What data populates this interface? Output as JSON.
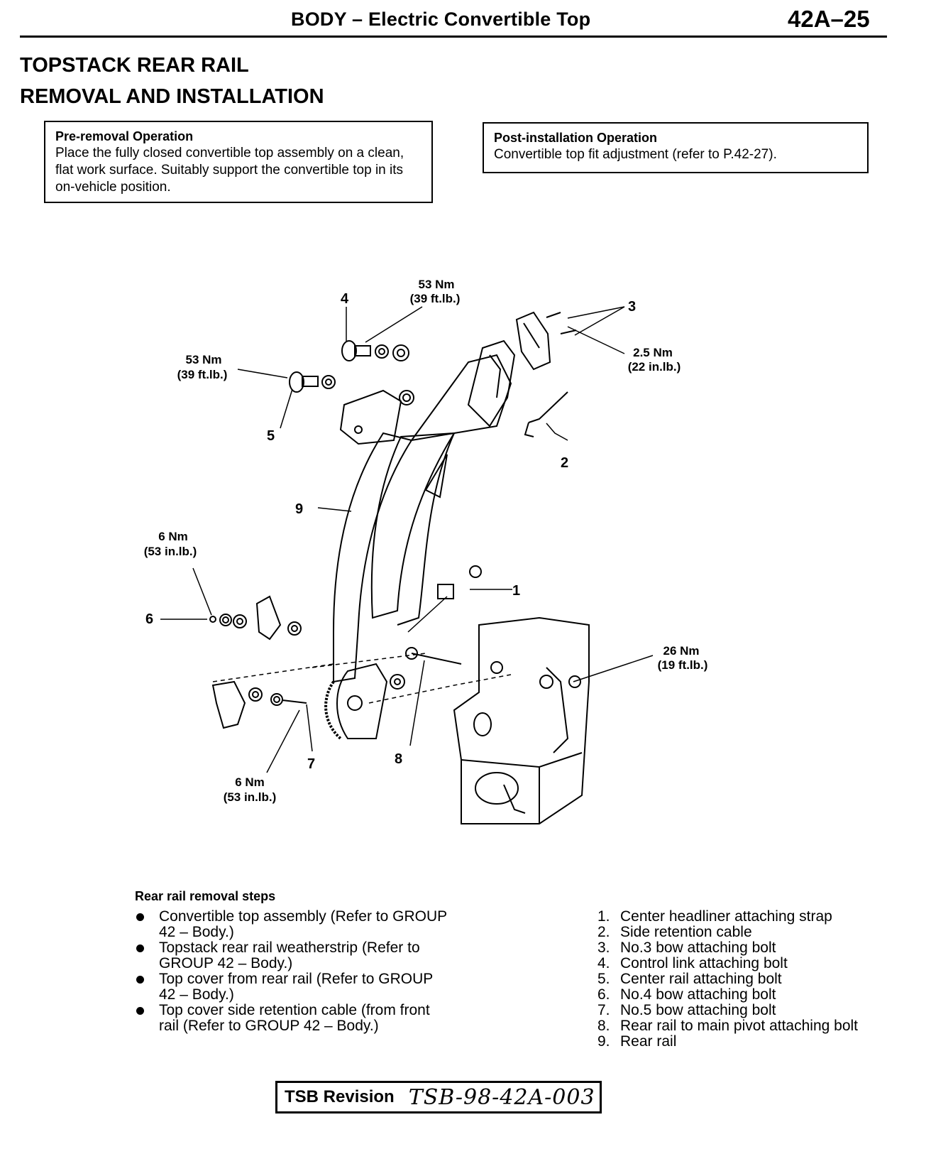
{
  "header": {
    "title": "BODY – Electric Convertible Top",
    "page_number": "42A–25"
  },
  "section": {
    "title_line1": "TOPSTACK REAR RAIL",
    "title_line2": "REMOVAL AND INSTALLATION"
  },
  "pre_removal": {
    "heading": "Pre-removal Operation",
    "text": "Place the fully closed convertible top assembly on a clean, flat work surface. Suitably support the convertible top in its on-vehicle position."
  },
  "post_installation": {
    "heading": "Post-installation Operation",
    "text": "Convertible top fit adjustment (refer to P.42-27)."
  },
  "diagram": {
    "callouts": [
      "1",
      "2",
      "3",
      "4",
      "5",
      "6",
      "7",
      "8",
      "9"
    ],
    "torques": {
      "t4_nm": "53 Nm",
      "t4_ft": "(39 ft.lb.)",
      "t5_nm": "53 Nm",
      "t5_ft": "(39 ft.lb.)",
      "t3_nm": "2.5 Nm",
      "t3_in": "(22 in.lb.)",
      "t6_nm": "6 Nm",
      "t6_in": "(53 in.lb.)",
      "t8_nm": "26 Nm",
      "t8_ft": "(19 ft.lb.)",
      "t7_nm": "6 Nm",
      "t7_in": "(53 in.lb.)"
    }
  },
  "steps": {
    "heading": "Rear rail removal steps",
    "bullets": [
      "Convertible top assembly (Refer to GROUP 42 – Body.)",
      "Topstack rear rail weatherstrip (Refer to GROUP 42 – Body.)",
      "Top cover from rear rail (Refer to GROUP 42 – Body.)",
      "Top cover side retention cable (from front rail (Refer to GROUP 42 – Body.)"
    ],
    "numbered": [
      {
        "n": "1.",
        "text": "Center headliner attaching strap"
      },
      {
        "n": "2.",
        "text": "Side retention cable"
      },
      {
        "n": "3.",
        "text": "No.3 bow attaching bolt"
      },
      {
        "n": "4.",
        "text": "Control link attaching bolt"
      },
      {
        "n": "5.",
        "text": "Center rail attaching bolt"
      },
      {
        "n": "6.",
        "text": "No.4 bow attaching bolt"
      },
      {
        "n": "7.",
        "text": "No.5 bow attaching bolt"
      },
      {
        "n": "8.",
        "text": "Rear rail to main pivot attaching bolt"
      },
      {
        "n": "9.",
        "text": "Rear rail"
      }
    ]
  },
  "tsb": {
    "label": "TSB Revision",
    "value": "TSB-98-42A-003"
  }
}
